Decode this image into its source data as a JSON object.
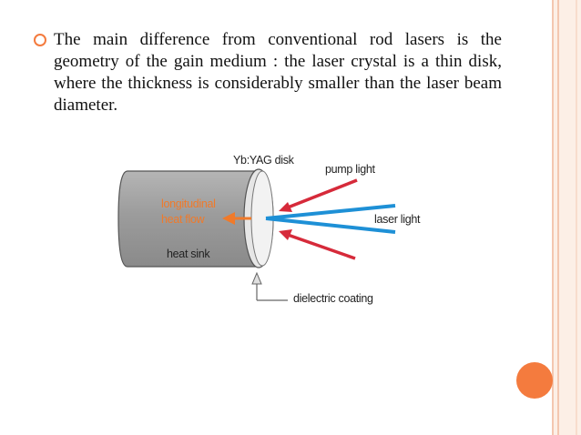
{
  "slide": {
    "bullet_text": "The main difference from conventional rod lasers is the geometry of the gain medium : the laser crystal  is a thin disk, where the thickness is considerably smaller than the laser beam diameter."
  },
  "figure": {
    "label_disk": "Yb:YAG disk",
    "label_pump": "pump light",
    "label_longitudinal": "longitudinal",
    "label_heat_flow": "heat flow",
    "label_laser": "laser light",
    "label_heat_sink": "heat sink",
    "label_coating": "dielectric coating"
  },
  "colors": {
    "accent_orange": "#f47b3e",
    "pump_red": "#d62a3a",
    "laser_blue": "#1e90d6",
    "heat_sink_gray": "#9a9a9a"
  }
}
